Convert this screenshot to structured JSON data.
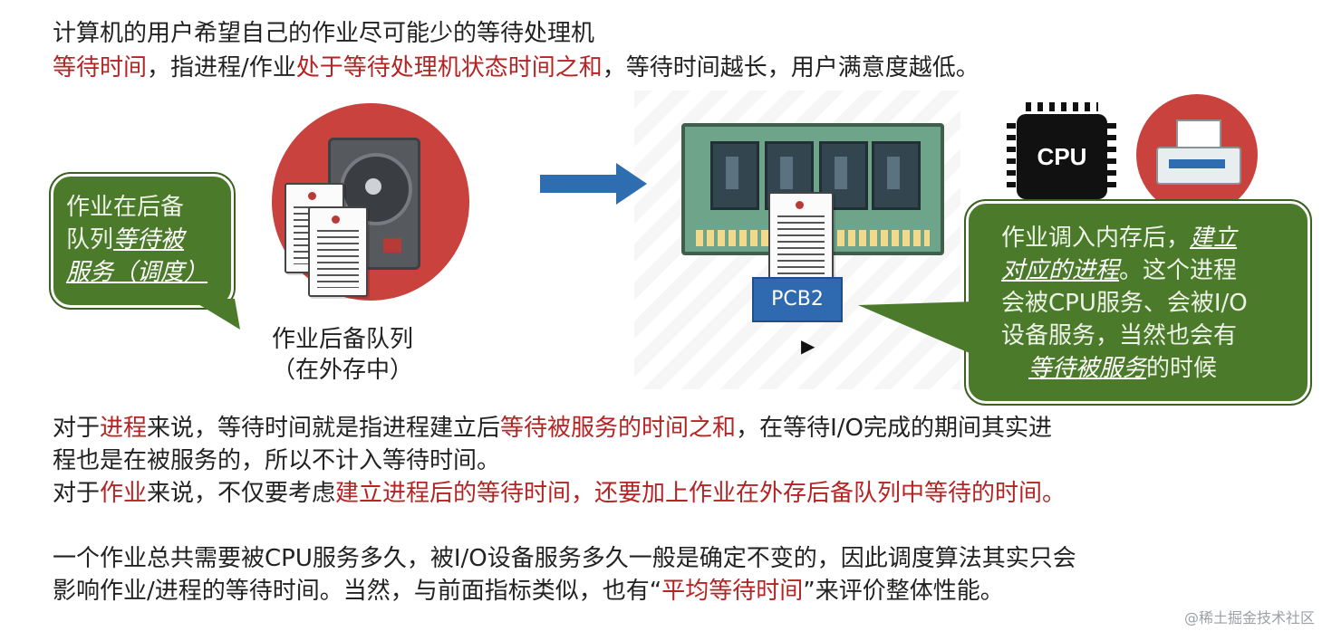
{
  "intro": {
    "line1": "计算机的用户希望自己的作业尽可能少的等待处理机",
    "line2_red1": "等待时间",
    "line2_mid": "，指进程/作业",
    "line2_red2": "处于等待处理机状态时间之和",
    "line2_end": "，等待时间越长，用户满意度越低。"
  },
  "left_bubble": {
    "text1": "作业在后备",
    "text2": "队列",
    "text2_ul": "等待被",
    "text3_ul": "服务（调度）"
  },
  "queue_caption": {
    "line1": "作业后备队列",
    "line2": "（在外存中）"
  },
  "pcb_label": "PCB2",
  "cpu_label": "CPU",
  "right_bubble": {
    "l1": "作业调入内存后，",
    "l1_ul": "建立",
    "l2_ul": "对应的进程",
    "l2": "。这个进程",
    "l3": "会被CPU服务、会被I/O",
    "l4": "设备服务，当然也会有",
    "l5_ul": "等待被服务",
    "l5": "的时候"
  },
  "para1": {
    "a": "对于",
    "a_red": "进程",
    "b": "来说，等待时间就是指进程建立后",
    "b_red": "等待被服务的时间之和",
    "c": "，在等待I/O完成的期间其实进",
    "line2": "程也是在被服务的，所以不计入等待时间。"
  },
  "para2": {
    "a": "对于",
    "a_red": "作业",
    "b": "来说，不仅要考虑",
    "b_red": "建立进程后的等待时间，还要加上作业在外存后备队列中等待的时间。"
  },
  "para3": {
    "line1": "一个作业总共需要被CPU服务多久，被I/O设备服务多久一般是确定不变的，因此调度算法其实只会",
    "line2_a": "影响作业/进程的等待时间。当然，与前面指标类似，也有“",
    "line2_red": "平均等待时间",
    "line2_b": "”来评价整体性能。"
  },
  "watermark": "@稀土掘金技术社区",
  "colors": {
    "red": "#b52424",
    "green_bubble": "#4c7a2b",
    "blue_arrow": "#2e6db0",
    "disk_red": "#c9423e"
  }
}
